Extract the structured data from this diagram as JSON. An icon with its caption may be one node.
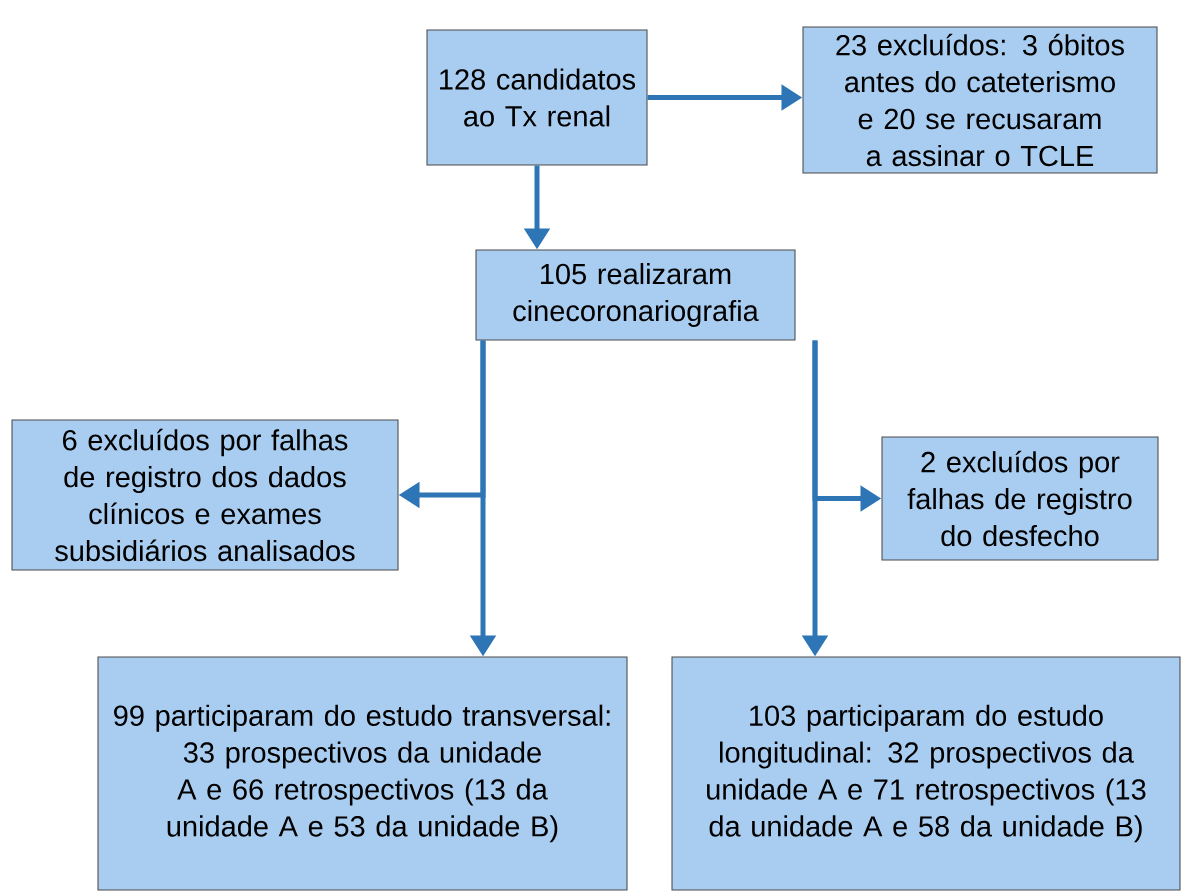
{
  "diagram": {
    "nodes": [
      {
        "text": [
          "128 candidatos ao Tx renal"
        ]
      },
      {
        "text": [
          "23 excluídos: 3 óbitos antes do cateterismo e 20 se recusaram a assinar o TCLE"
        ]
      },
      {
        "text": [
          "105 realizaram cinecoronariografia"
        ]
      },
      {
        "text": [
          "6 excluídos por falhas de registro dos dados clínicos e exames subsidiários analisados"
        ]
      },
      {
        "text": [
          "2 excluídos por falhas de registro do desfecho"
        ]
      },
      {
        "text": [
          "99 participaram do estudo transversal: 33 prospectivos da unidade A e 66 retrospectivos (13 da unidade A e 53 da unidade B)"
        ]
      },
      {
        "text": [
          "103 participaram do estudo longitudinal: 32 prospectivos da unidade A e 71 retrospectivos (13 da unidade A e 58 da unidade B)"
        ]
      }
    ],
    "edges": [
      {
        "from": 0,
        "to": 1,
        "arrow": "to"
      },
      {
        "from": 0,
        "to": 2,
        "arrow": "to"
      },
      {
        "from": 2,
        "to": 3,
        "arrow": "to"
      },
      {
        "from": 2,
        "to": 5,
        "arrow": "to"
      },
      {
        "from": 2,
        "to": 4,
        "arrow": "to"
      },
      {
        "from": 2,
        "to": 6,
        "arrow": "to"
      }
    ]
  }
}
